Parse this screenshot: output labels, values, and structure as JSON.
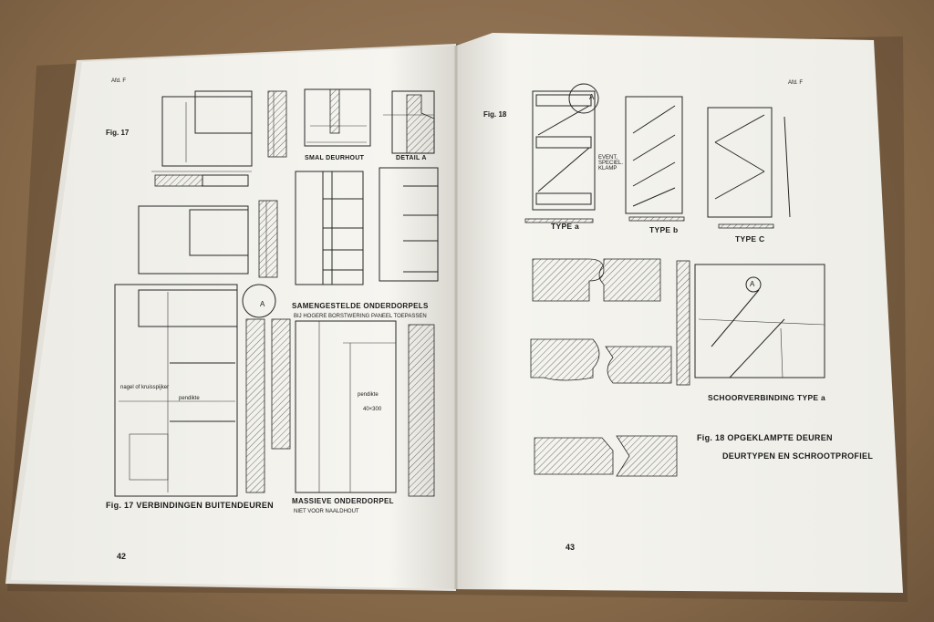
{
  "left_page": {
    "header_tag": "Afd. F",
    "fig_label": "Fig. 17",
    "labels": {
      "smal_deurhout": "SMAL DEURHOUT",
      "detail_a": "DETAIL A",
      "samengestelde_title": "SAMENGESTELDE ONDERDORPELS",
      "samengestelde_sub": "BIJ HOGERE BORSTWERING PANEEL TOEPASSEN",
      "nagel": "nagel of kruisspijker",
      "pendikte": "pendikte",
      "pendikte_2": "pendikte",
      "size_40x300": "40×300",
      "massieve_title": "MASSIEVE ONDERDORPEL",
      "massieve_sub": "NIET VOOR NAALDHOUT",
      "circle_a": "A"
    },
    "caption": {
      "fig": "Fig. 17",
      "title": "VERBINDINGEN BUITENDEUREN"
    },
    "page_number": "42"
  },
  "right_page": {
    "header_tag": "Afd. F",
    "fig_label": "Fig. 18",
    "labels": {
      "event_speciel_klamp": "EVENT. SPECIEL. KLAMP",
      "type_a": "TYPE a",
      "type_b": "TYPE b",
      "type_c": "TYPE C",
      "circle_a": "A",
      "schoorverbinding": "SCHOORVERBINDING TYPE a"
    },
    "caption": {
      "fig": "Fig. 18",
      "line1": "OPGEKLAMPTE DEUREN",
      "line2": "DEURTYPEN EN SCHROOTPROFIEL"
    },
    "page_number": "43"
  },
  "colors": {
    "paper": "#f4f3ee",
    "ink": "#262626",
    "background": "#8b6f52"
  }
}
